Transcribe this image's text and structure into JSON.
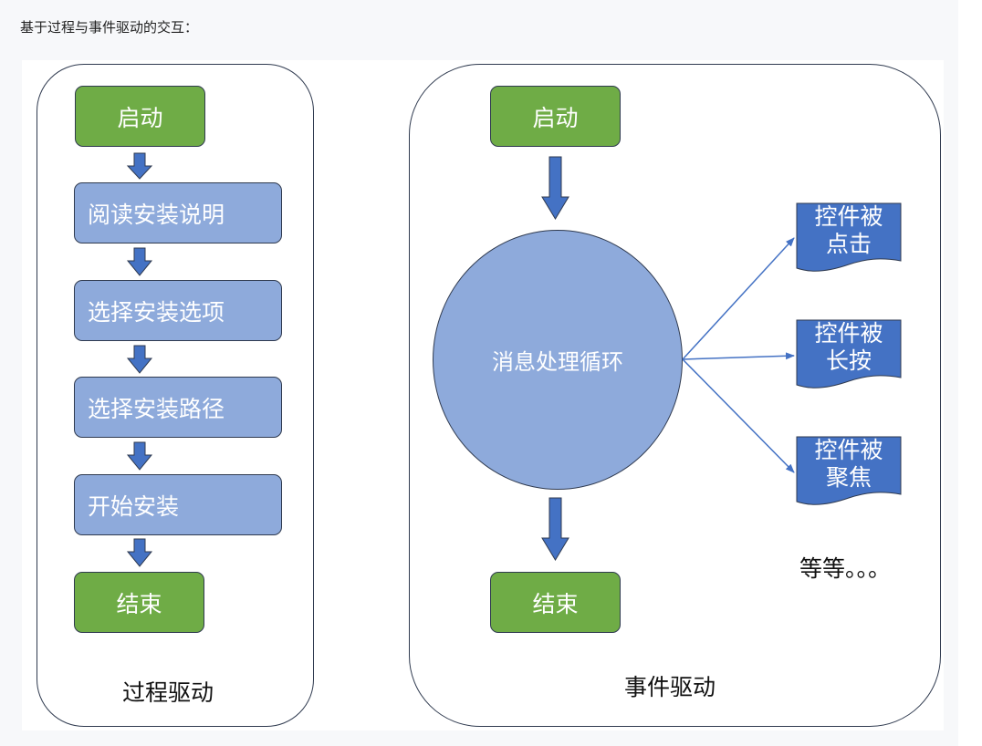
{
  "heading": "基于过程与事件驱动的交互：",
  "colors": {
    "green": "#6fac46",
    "blue_box": "#8eaadb",
    "arrow_fill": "#4472c4",
    "doc_fill": "#4472c4",
    "outline": "#2f3a4f"
  },
  "process_panel": {
    "label": "过程驱动",
    "steps": [
      "启动",
      "阅读安装说明",
      "选择安装选项",
      "选择安装路径",
      "开始安装",
      "结束"
    ]
  },
  "event_panel": {
    "label": "事件驱动",
    "start": "启动",
    "loop": "消息处理循环",
    "end": "结束",
    "events": [
      {
        "line1": "控件被",
        "line2": "点击"
      },
      {
        "line1": "控件被",
        "line2": "长按"
      },
      {
        "line1": "控件被",
        "line2": "聚焦"
      }
    ],
    "etc": "等等。。。"
  }
}
